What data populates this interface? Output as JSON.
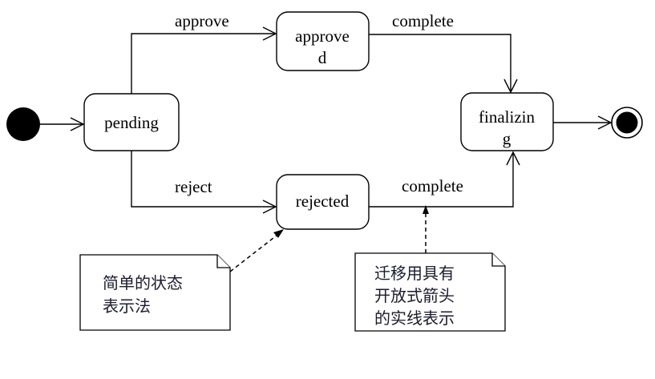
{
  "diagram": {
    "type": "uml-state-machine",
    "title": "",
    "states": [
      {
        "id": "initial",
        "kind": "initial-pseudostate",
        "label": ""
      },
      {
        "id": "pending",
        "kind": "state",
        "label": "pending",
        "lines": [
          "pending"
        ]
      },
      {
        "id": "approved",
        "kind": "state",
        "label": "approved",
        "lines": [
          "approve",
          "d"
        ]
      },
      {
        "id": "rejected",
        "kind": "state",
        "label": "rejected",
        "lines": [
          "rejected"
        ]
      },
      {
        "id": "finalizing",
        "kind": "state",
        "label": "finalizing",
        "lines": [
          "finalizin",
          "g"
        ]
      },
      {
        "id": "final",
        "kind": "final-state",
        "label": ""
      }
    ],
    "transitions": [
      {
        "from": "initial",
        "to": "pending",
        "label": ""
      },
      {
        "from": "pending",
        "to": "approved",
        "label": "approve"
      },
      {
        "from": "pending",
        "to": "rejected",
        "label": "reject"
      },
      {
        "from": "approved",
        "to": "finalizing",
        "label": "complete"
      },
      {
        "from": "rejected",
        "to": "finalizing",
        "label": "complete"
      },
      {
        "from": "finalizing",
        "to": "final",
        "label": ""
      }
    ],
    "notes": [
      {
        "id": "note-simple-state",
        "lines": [
          "简单的状态",
          "表示法"
        ],
        "anchor": "rejected"
      },
      {
        "id": "note-transition",
        "lines": [
          "迁移用具有",
          "开放式箭头",
          "的实线表示"
        ],
        "anchor": "complete-transition"
      }
    ],
    "colors": {
      "stroke": "#000000",
      "fill": "#ffffff",
      "note_text": "#1b1b2e"
    }
  }
}
